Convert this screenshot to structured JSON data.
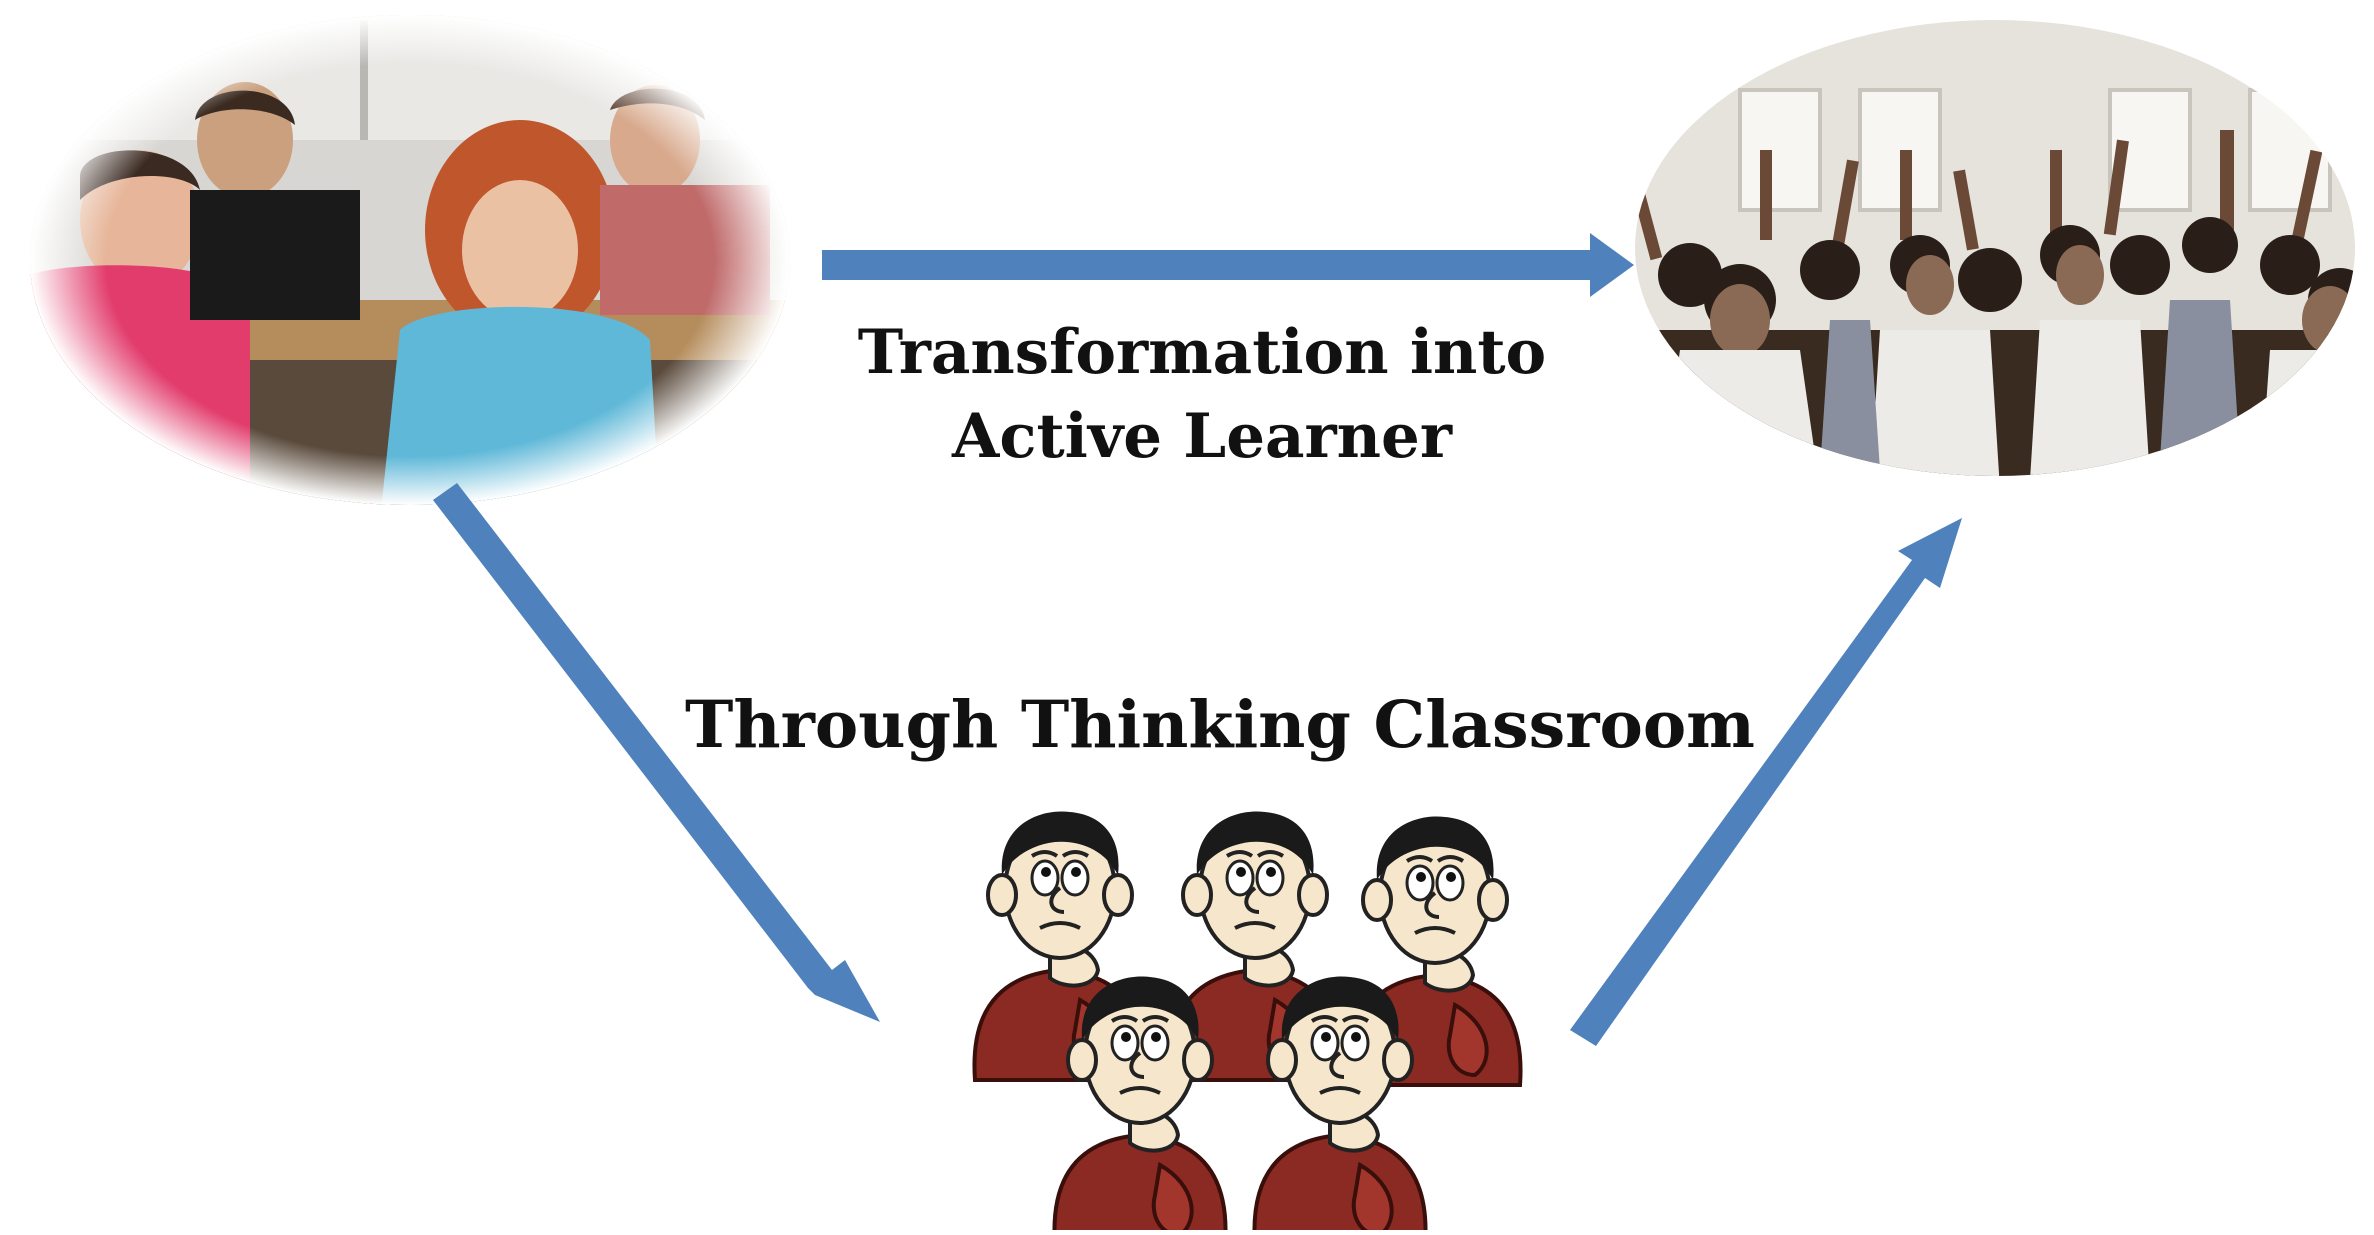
{
  "diagram": {
    "labels": {
      "top": [
        "Transformation into",
        "Active Learner"
      ],
      "bottom": "Through Thinking Classroom"
    },
    "nodes": {
      "passive": "passive students photo",
      "active": "active students photo",
      "thinking": "thinking cartoon students"
    },
    "edges": [
      {
        "from": "passive",
        "to": "active",
        "label": "top"
      },
      {
        "from": "passive",
        "to": "thinking"
      },
      {
        "from": "thinking",
        "to": "active"
      }
    ],
    "colors": {
      "arrow": "#4f81bd",
      "text": "#111111",
      "cartoon_shirt": "#8b2a22",
      "cartoon_skin": "#f6e7cc",
      "cartoon_hair": "#1a1a1a"
    },
    "cartoon_count": 5
  }
}
